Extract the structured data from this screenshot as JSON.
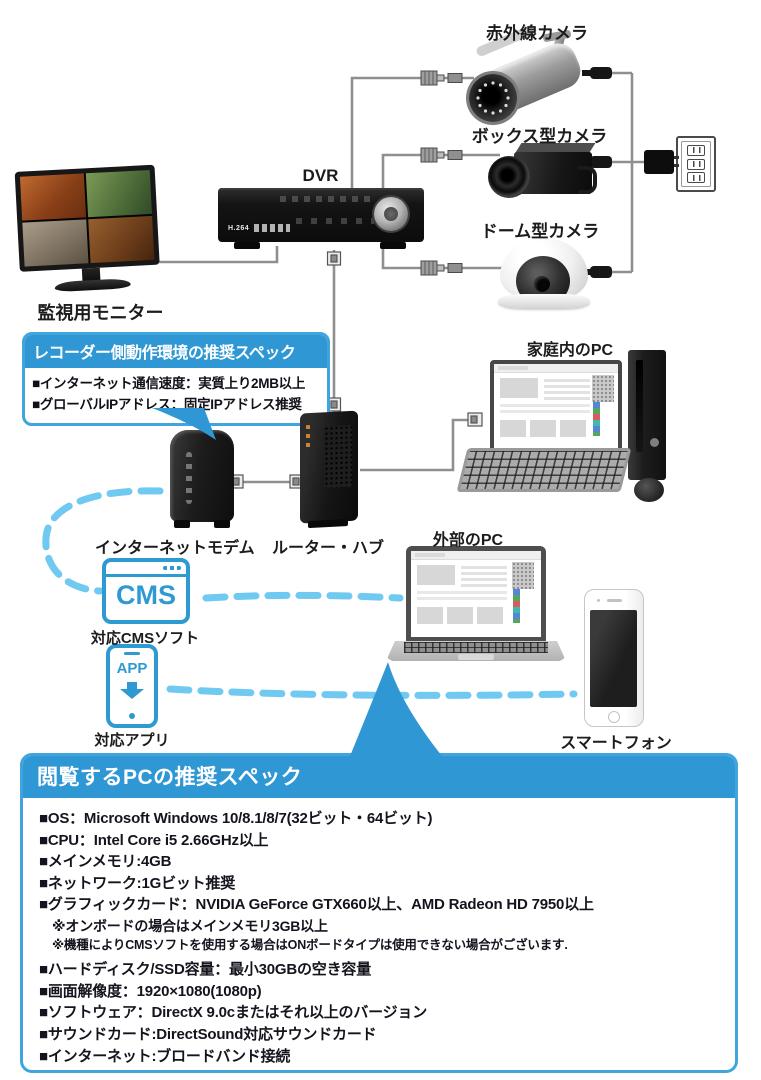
{
  "diagram": {
    "cameras": {
      "ir_label": "赤外線カメラ",
      "box_label": "ボックス型カメラ",
      "dome_label": "ドーム型カメラ"
    },
    "dvr": {
      "label": "DVR",
      "front_text": "H.264"
    },
    "monitor_label": "監視用モニター",
    "modem_label": "インターネットモデム",
    "router_label": "ルーター・ハブ",
    "home_pc_label": "家庭内のPC",
    "external_pc_label": "外部のPC",
    "smartphone_label": "スマートフォン",
    "cms": {
      "icon_text": "CMS",
      "label": "対応CMSソフト"
    },
    "app": {
      "icon_text": "APP",
      "label": "対応アプリ"
    }
  },
  "recorder_callout": {
    "title": "レコーダー側動作環境の推奨スペック",
    "items": [
      {
        "text": "■インターネット通信速度：実質上り2MB以上"
      },
      {
        "text": "■グローバルIPアドレス：固定IPアドレス推奨"
      }
    ]
  },
  "pc_spec_panel": {
    "title": "閲覧するPCの推奨スペック",
    "items": [
      {
        "text": "■OS：Microsoft Windows 10/8.1/8/7(32ビット・64ビット)",
        "type": "main"
      },
      {
        "text": "■CPU：Intel Core i5 2.66GHz以上",
        "type": "main"
      },
      {
        "text": "■メインメモリ:4GB",
        "type": "main"
      },
      {
        "text": "■ネットワーク:1Gビット推奨",
        "type": "main"
      },
      {
        "text": "■グラフィックカード：NVIDIA GeForce GTX660以上、AMD Radeon HD 7950以上",
        "type": "main"
      },
      {
        "text": "※オンボードの場合はメインメモリ3GB以上",
        "type": "note"
      },
      {
        "text": "※機種によりCMSソフトを使用する場合はONボードタイプは使用できない場合がございます.",
        "type": "note-small"
      },
      {
        "text": "■ハードディスク/SSD容量：最小30GBの空き容量",
        "type": "main"
      },
      {
        "text": "■画面解像度：1920×1080(1080p)",
        "type": "main"
      },
      {
        "text": "■ソフトウェア：DirectX 9.0cまたはそれ以上のバージョン",
        "type": "main"
      },
      {
        "text": "■サウンドカード:DirectSound対応サウンドカード",
        "type": "main"
      },
      {
        "text": "■インターネット:ブロードバンド接続",
        "type": "main"
      }
    ]
  },
  "colors": {
    "accent_blue": "#2f97d3",
    "border_blue": "#3fa5dc",
    "dash_blue": "#6fc9f1",
    "cable_gray": "#8f8f8f"
  }
}
